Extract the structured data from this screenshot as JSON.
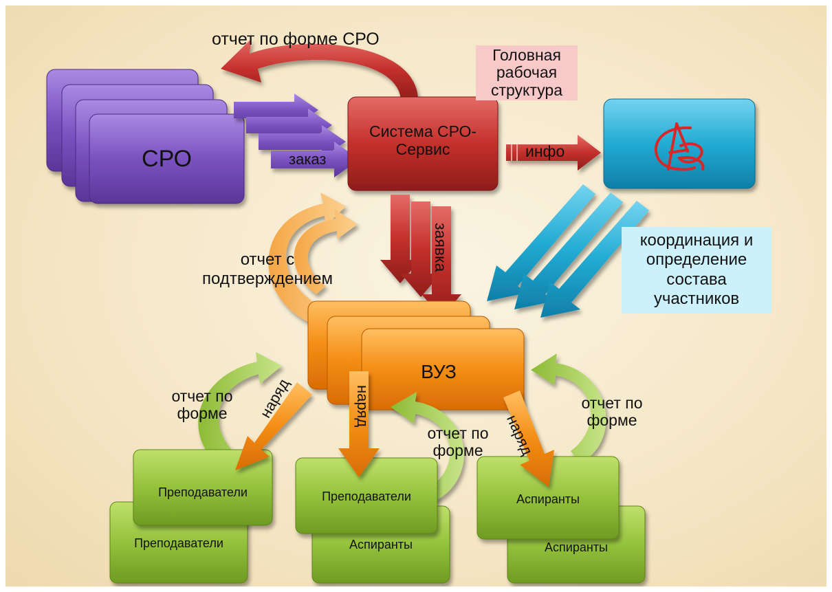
{
  "nodes": {
    "sro": "СРО",
    "system": "Система СРО-Сервис",
    "head_structure": "Головная рабочая структура",
    "vuz": "ВУЗ",
    "teachers_1": "Преподаватели",
    "teachers_2": "Преподаватели",
    "teachers_3": "Преподаватели",
    "postgrads_1": "Аспиранты",
    "postgrads_2": "Аспиранты",
    "postgrads_3": "Аспиранты"
  },
  "edges": {
    "report_sro_form": "отчет по форме СРО",
    "order": "заказ",
    "info": "инфо",
    "request": "заявка",
    "report_confirmation": "отчет с подтверждением",
    "coordination": "координация и определение состава участников",
    "assignment_1": "наряд",
    "assignment_2": "наряд",
    "assignment_3": "наряд",
    "report_form_1": "отчет по форме",
    "report_form_2": "отчет по форме",
    "report_form_3": "отчет по форме"
  },
  "colors": {
    "purple": "#7b4fb8",
    "red": "#c4302c",
    "blue": "#1aa7cf",
    "orange": "#f28a12",
    "green": "#8dbb35",
    "logo": "#d62828"
  }
}
